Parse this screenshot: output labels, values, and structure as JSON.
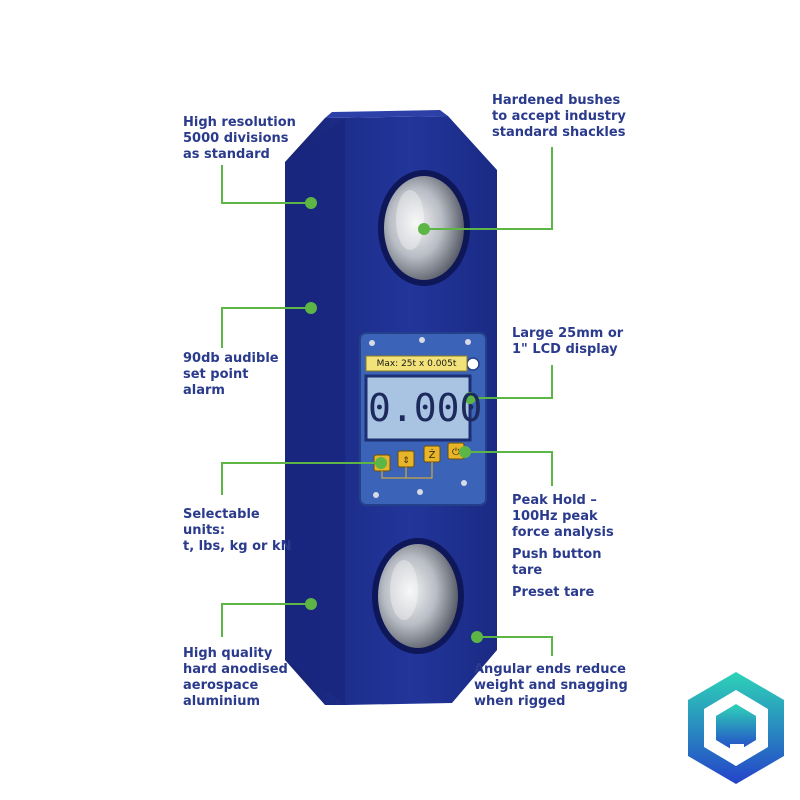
{
  "callouts": {
    "resolution": [
      "High resolution",
      "5000 divisions",
      "as standard"
    ],
    "bushes": [
      "Hardened bushes",
      "to accept industry",
      "standard shackles"
    ],
    "alarm": [
      "90db audible",
      "set point",
      "alarm"
    ],
    "lcd": [
      "Large 25mm or",
      "1\" LCD display"
    ],
    "units": [
      "Selectable",
      "units:",
      "t, lbs, kg or kN"
    ],
    "peak": [
      "Peak Hold –",
      "100Hz peak",
      "force analysis"
    ],
    "push_tare": [
      "Push button",
      "tare"
    ],
    "preset": [
      "Preset tare"
    ],
    "material": [
      "High quality",
      "hard anodised",
      "aerospace",
      "aluminium"
    ],
    "angular": [
      "Angular ends reduce",
      "weight and snagging",
      "when rigged"
    ]
  },
  "display": {
    "capacity": "Max: 25t x 0.005t",
    "reading": "0.000"
  },
  "colors": {
    "body": "#1e2f8f",
    "body_dark": "#14206a",
    "accent_green": "#5cb545",
    "panel": "#3b63b8",
    "lcd": "#a9c3e3",
    "button": "#e8b52a",
    "text": "#2a3a8c",
    "logo_top": "#2ed3b7",
    "logo_bottom": "#2443c9"
  },
  "icons": [
    "tare-button-icon",
    "units-button-icon",
    "peak-button-icon",
    "power-button-icon",
    "brand-logo-icon"
  ]
}
